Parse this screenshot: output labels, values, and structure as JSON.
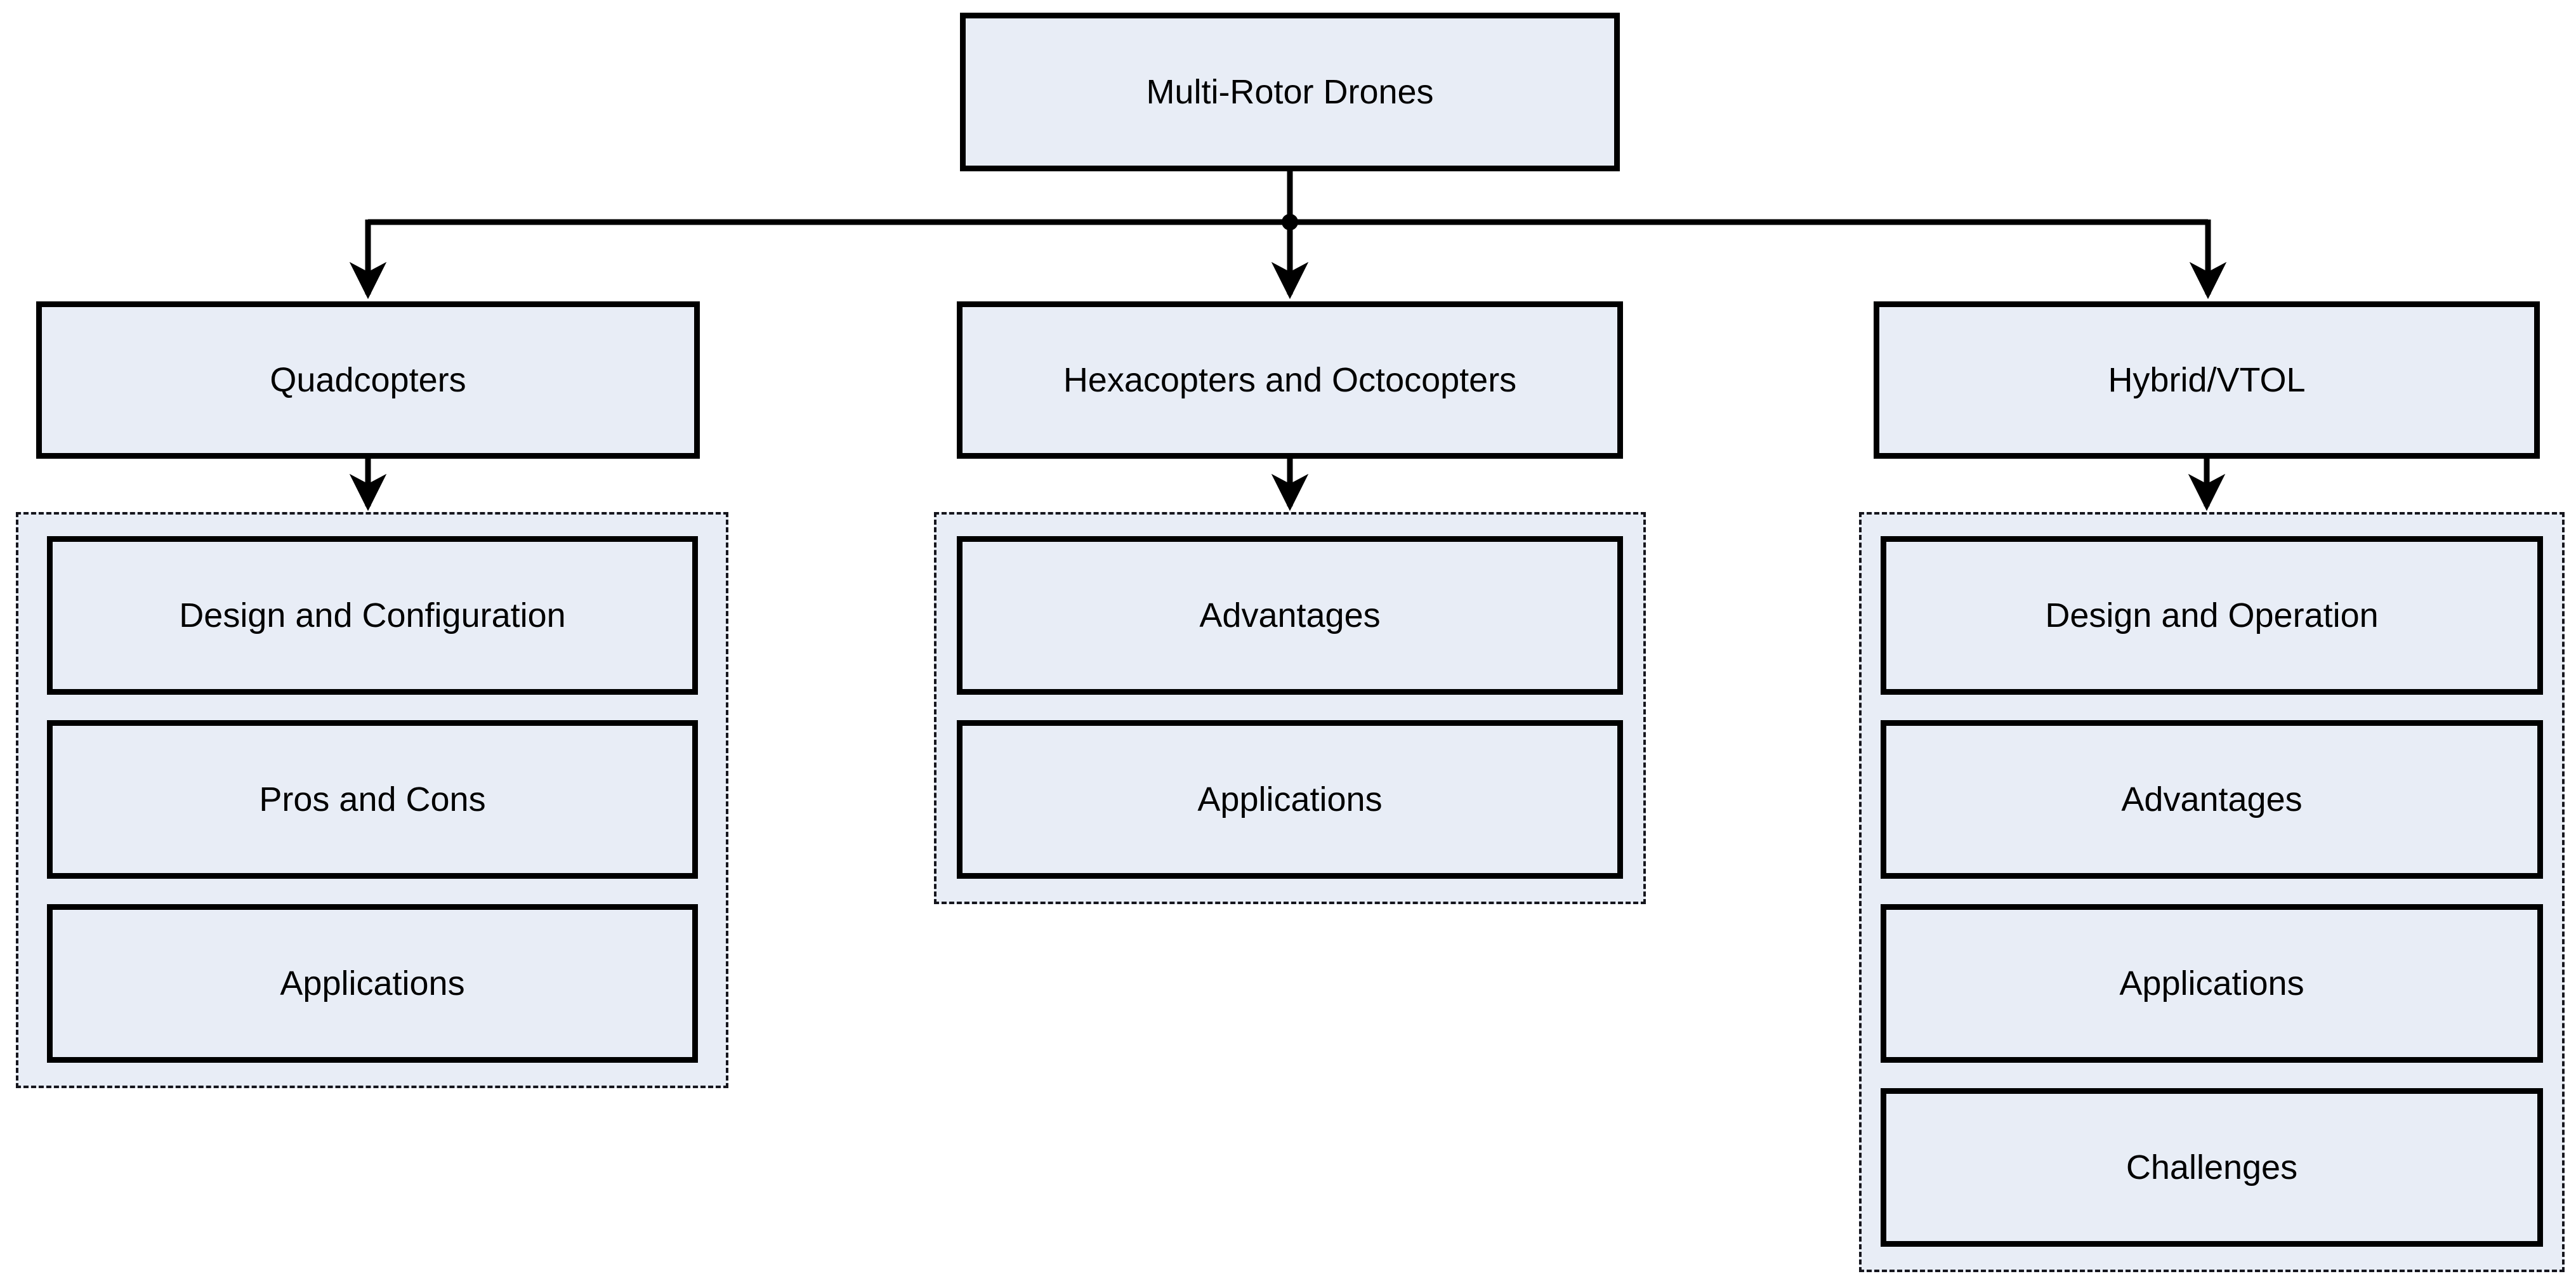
{
  "diagram": {
    "root": {
      "label": "Multi-Rotor Drones"
    },
    "branches": [
      {
        "label": "Quadcopters",
        "children": [
          {
            "label": "Design and Configuration"
          },
          {
            "label": "Pros and Cons"
          },
          {
            "label": "Applications"
          }
        ]
      },
      {
        "label": "Hexacopters and Octocopters",
        "children": [
          {
            "label": "Advantages"
          },
          {
            "label": "Applications"
          }
        ]
      },
      {
        "label": "Hybrid/VTOL",
        "children": [
          {
            "label": "Design and Operation"
          },
          {
            "label": "Advantages"
          },
          {
            "label": "Applications"
          },
          {
            "label": "Challenges"
          }
        ]
      }
    ],
    "colors": {
      "node_fill": "#e8edf6",
      "node_border": "#000000",
      "group_dashed_border": "#16161d",
      "connector": "#000000",
      "text": "#000000",
      "background": "#ffffff"
    }
  }
}
